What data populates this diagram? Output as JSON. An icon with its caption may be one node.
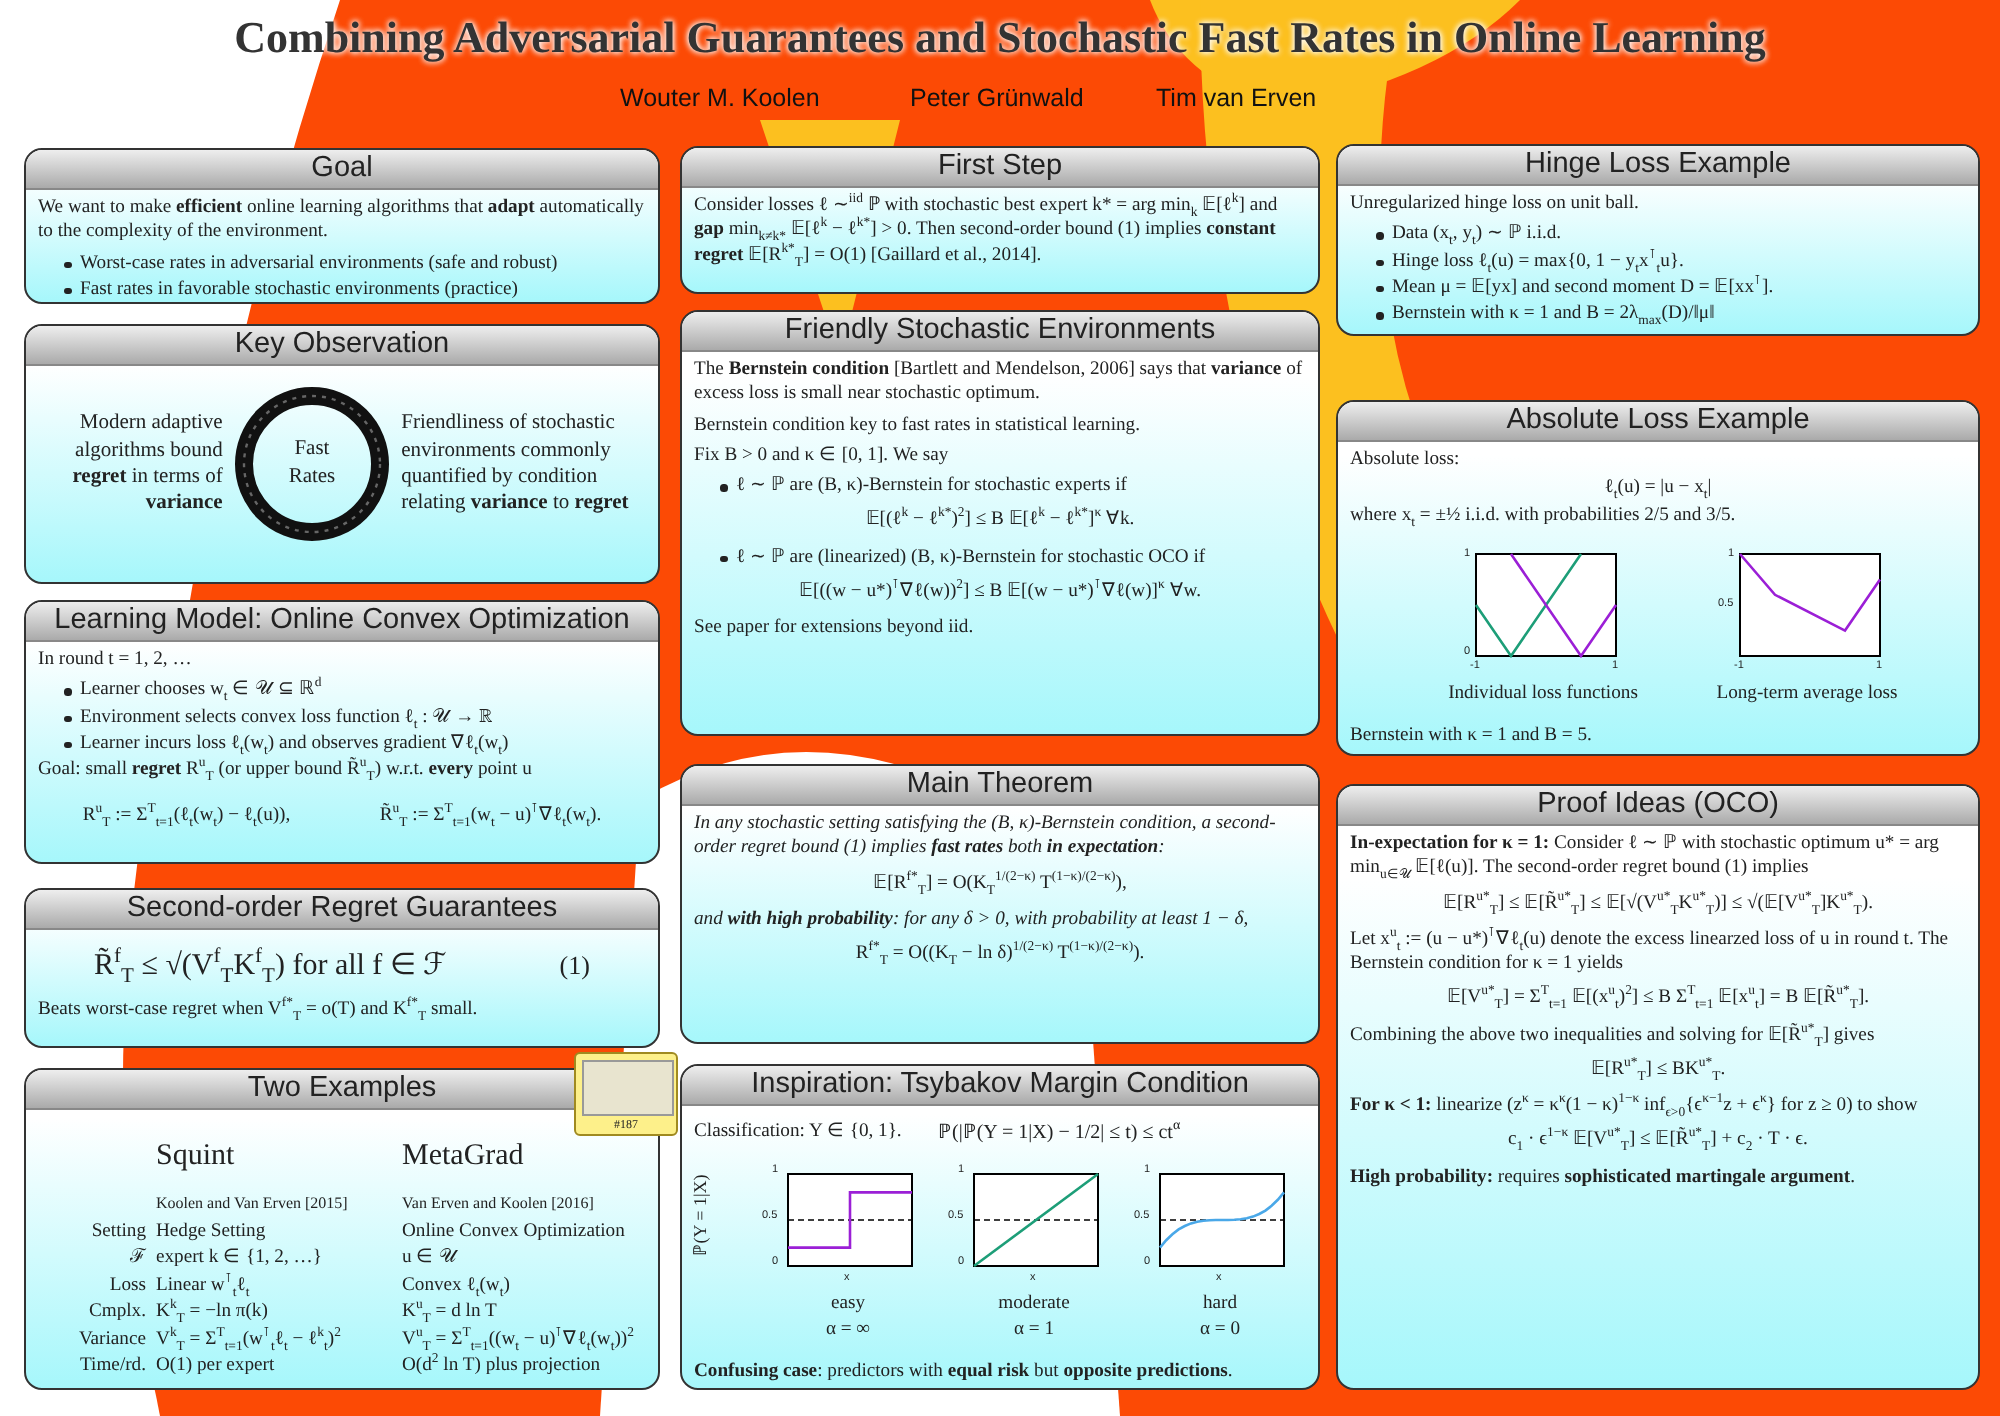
{
  "diagram": {
    "title": "Combining Adversarial Guarantees and Stochastic Fast Rates in Online Learning",
    "nodes": [
      {
        "text": [
          "Goal",
          "We want to make **efficient** online learning algorithms that **adapt** automatically to the complexity of the environment.",
          "Worst-case rates in adversarial environments (safe and robust)",
          "Fast rates in favorable stochastic environments (practice)"
        ]
      },
      {
        "text": [
          "Key Observation",
          "Modern adaptive algorithms bound **regret** in terms of **variance**",
          "Friendliness of stochastic environments commonly quantified by condition relating **variance** to **regret**"
        ]
      },
      {
        "text": [
          "Fast Rates"
        ],
        "in": 1
      },
      {
        "text": [
          "Learning Model: Online Convex Optimization",
          "In round t = 1, 2, …",
          "Learner chooses w$_{t}$ ∈ 𝒰 ⊆ ℝ$^{d}$",
          "Environment selects convex loss function ℓ$_{t}$ : 𝒰 → ℝ",
          "Learner incurs loss ℓ$_{t}$(w$_{t}$) and observes gradient ∇ℓ$_{t}$(w$_{t}$)",
          "Goal: small **regret** R$^{u}$$_{T}$ (or upper bound R̃$^{u}$$_{T}$) w.r.t. **every** point u",
          "R$^{u}$$_{T}$ := Σ$^{T}$$_{t=1}$(ℓ$_{t}$(w$_{t}$) − ℓ$_{t}$(u)),",
          "R̃$^{u}$$_{T}$ := Σ$^{T}$$_{t=1}$(w$_{t}$ − u)$^{⊺}$∇ℓ$_{t}$(w$_{t}$)."
        ]
      },
      {
        "text": [
          "Second-order Regret Guarantees",
          "R̃$^{f}$$_{T}$ ≤ √(V$^{f}$$_{T}$K$^{f}$$_{T}$)   for all f ∈ ℱ",
          "(1)",
          "Beats worst-case regret when V$^{f*}$$_{T}$ = o(T) and K$^{f*}$$_{T}$ small."
        ]
      },
      {
        "text": [
          "Two Examples",
          "Squint",
          "MetaGrad",
          "Koolen and Van Erven [2015]",
          "Van Erven and Koolen [2016]",
          "Setting",
          "Hedge Setting",
          "Online Convex Optimization",
          "ℱ",
          "expert k ∈ {1, 2, …}",
          "u ∈ 𝒰",
          "Loss",
          "Linear w$^{⊺}$$_{t}$ℓ$_{t}$",
          "Convex ℓ$_{t}$(w$_{t}$)",
          "Cmplx.",
          "K$^{k}$$_{T}$ = −ln π(k)",
          "K$^{u}$$_{T}$ = d ln T",
          "Variance",
          "V$^{k}$$_{T}$ = Σ$^{T}$$_{t=1}$(w$^{⊺}$$_{t}$ℓ$_{t}$ − ℓ$^{k}$$_{t}$)$^{2}$",
          "V$^{u}$$_{T}$ = Σ$^{T}$$_{t=1}$((w$_{t}$ − u)$^{⊺}$∇ℓ$_{t}$(w$_{t}$))$^{2}$",
          "Time/rd.",
          "O(1) per expert",
          "O(d$^{2}$ ln T) plus projection"
        ]
      },
      {
        "text": [
          "#187"
        ]
      },
      {
        "text": [
          "First Step",
          "Consider losses ℓ ∼$^{iid}$ ℙ with stochastic best expert k* = arg min$_{k}$ 𝔼[ℓ$^{k}$] and **gap** min$_{k≠k*}$ 𝔼[ℓ$^{k}$ − ℓ$^{k*}$] > 0. Then second-order bound (1) implies **constant regret** 𝔼[R$^{k*}$$_{T}$] = O(1) [Gaillard et al., 2014]."
        ]
      },
      {
        "text": [
          "Friendly Stochastic Environments",
          "The **Bernstein condition** [Bartlett and Mendelson, 2006] says that **variance** of excess loss is small near stochastic optimum.",
          "Bernstein condition key to fast rates in statistical learning.",
          "Fix B > 0 and κ ∈ [0, 1]. We say",
          "ℓ ∼ ℙ are (B, κ)-Bernstein for stochastic experts if",
          "𝔼[(ℓ$^{k}$ − ℓ$^{k*}$)$^{2}$] ≤ B 𝔼[ℓ$^{k}$ − ℓ$^{k*}$]$^{κ}$   ∀k.",
          "ℓ ∼ ℙ are (linearized) (B, κ)-Bernstein for stochastic OCO if",
          "𝔼[((w − u*)$^{⊺}$∇ℓ(w))$^{2}$] ≤ B 𝔼[(w − u*)$^{⊺}$∇ℓ(w)]$^{κ}$   ∀w.",
          "See paper for extensions beyond iid."
        ]
      },
      {
        "text": [
          "Main Theorem",
          "In any stochastic setting satisfying the (B, κ)-Bernstein condition, a second-order regret bound (1) implies **fast rates** both **in expectation**:",
          "𝔼[R$^{f*}$$_{T}$] = O(K$_{T}$$^{1/(2−κ)}$ T$^{(1−κ)/(2−κ)}$),",
          "and **with high probability**: for any δ > 0, with probability at least 1 − δ,",
          "R$^{f*}$$_{T}$ = O((K$_{T}$ − ln δ)$^{1/(2−κ)}$ T$^{(1−κ)/(2−κ)}$)."
        ]
      },
      {
        "text": [
          "Inspiration: Tsybakov Margin Condition",
          "Classification: Y ∈ {0, 1}.",
          "ℙ(|ℙ(Y = 1|X) − 1/2| ≤ t) ≤ ct$^{α}$",
          "ℙ(Y = 1|X)",
          "1",
          "0.5",
          "0",
          "x",
          "easy",
          "α = ∞",
          "1",
          "0.5",
          "0",
          "x",
          "moderate",
          "α = 1",
          "1",
          "0.5",
          "0",
          "x",
          "hard",
          "α = 0",
          "**Confusing case**: predictors with **equal risk** but **opposite predictions**."
        ]
      },
      {
        "text": [
          "Hinge Loss Example",
          "Unregularized hinge loss on unit ball.",
          "Data (x$_{t}$, y$_{t}$) ∼ ℙ i.i.d.",
          "Hinge loss ℓ$_{t}$(u) = max{0, 1 − y$_{t}$x$^{⊺}$$_{t}$u}.",
          "Mean μ = 𝔼[yx] and second moment D = 𝔼[xx$^{⊺}$].",
          "Bernstein with κ = 1 and B = 2λ$_{max}$(D)/‖μ‖"
        ]
      },
      {
        "text": [
          "Absolute Loss Example",
          "Absolute loss:",
          "ℓ$_{t}$(u) = |u − x$_{t}$|",
          "where x$_{t}$ = ±½ i.i.d. with probabilities 2/5 and 3/5.",
          "1",
          "0",
          "-1",
          "1",
          "1",
          "0.5",
          "-1",
          "1",
          "Individual loss functions",
          "Long-term average loss",
          "Bernstein with κ = 1 and B = 5."
        ]
      },
      {
        "text": [
          "Proof Ideas (OCO)",
          "**In-expectation for κ = 1:**   Consider ℓ ∼ ℙ with stochastic optimum u* = arg min$_{u∈𝒰}$ 𝔼[ℓ(u)]. The second-order regret bound (1) implies",
          "𝔼[R$^{u*}$$_{T}$] ≤ 𝔼[R̃$^{u*}$$_{T}$] ≤ 𝔼[√(V$^{u*}$$_{T}$K$^{u*}$$_{T}$)] ≤ √(𝔼[V$^{u*}$$_{T}$]K$^{u*}$$_{T}$).",
          "Let x$^{u}$$_{t}$ := (u − u*)$^{⊺}$∇ℓ$_{t}$(u) denote the excess linearzed loss of u in round t. The Bernstein condition for κ = 1 yields",
          "𝔼[V$^{u*}$$_{T}$] = Σ$^{T}$$_{t=1}$ 𝔼[(x$^{u}$$_{t}$)$^{2}$] ≤ B Σ$^{T}$$_{t=1}$ 𝔼[x$^{u}$$_{t}$] = B 𝔼[R̃$^{u*}$$_{T}$].",
          "Combining the above two inequalities and solving for 𝔼[R̃$^{u*}$$_{T}$] gives",
          "𝔼[R$^{u*}$$_{T}$] ≤ BK$^{u*}$$_{T}$.",
          "**For κ < 1:**   linearize (z$^{κ}$ = κ$^{κ}$(1 − κ)$^{1−κ}$ inf$_{ϵ>0}${ϵ$^{κ−1}$z + ϵ$^{κ}$} for z ≥ 0) to show",
          "c$_{1}$ · ϵ$^{1−κ}$ 𝔼[V$^{u*}$$_{T}$] ≤ 𝔼[R̃$^{u*}$$_{T}$] + c$_{2}$ · T · ϵ.",
          "**High probability:** requires **sophisticated martingale argument**."
        ]
      }
    ],
    "labels": [
      "Wouter M. Koolen",
      "Peter Grünwald",
      "Tim van Erven"
    ]
  }
}
